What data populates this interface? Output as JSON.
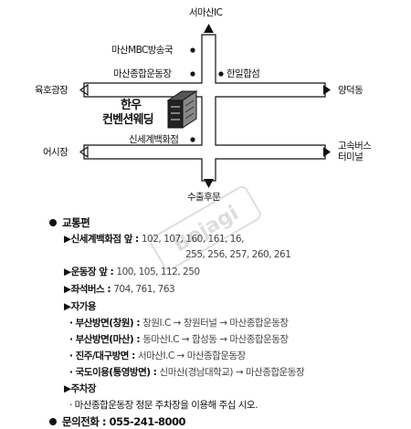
{
  "map": {
    "north": "서마산IC",
    "south": "수출후문",
    "west_upper": "육호광장",
    "east_upper": "양덕동",
    "west_lower": "어시장",
    "east_lower": "고속버스\n터미널",
    "landmarks": {
      "mbc": "마산MBC방송국",
      "stadium": "마산종합운동장",
      "hanil": "한일합섬",
      "shinsegae": "신세계백화점"
    },
    "venue": [
      "한우",
      "컨벤션웨딩"
    ],
    "watermark": "Bojagi"
  },
  "info": {
    "transit_title": "교통편",
    "shinsegae_label": "▶신세계백화점 앞",
    "shinsegae_routes_1": "102,  107,  160,  161,  16,",
    "shinsegae_routes_2": "255,  256,  257,  260,  261",
    "stadium_label": "▶운동장 앞",
    "stadium_routes": "100,  105,  112,  250",
    "seat_bus_label": "▶좌석버스",
    "seat_bus_routes": "704,  761,  763",
    "car_title": "▶자가용",
    "car": [
      {
        "dir": "· 부산방면(창원)",
        "route": "창원I.C  →  창원터널  →  마산종합운동장"
      },
      {
        "dir": "· 부산방면(마산)",
        "route": "동마산I.C  →  합성동  →  마산종합운동장"
      },
      {
        "dir": "· 진주/대구방면",
        "route": "서마산I.C  →  마산종합운동장"
      },
      {
        "dir": "· 국도이용(통영방면)",
        "route": "신마산(경남대학교)  →  마산종합운동장"
      }
    ],
    "parking_title": "▶주차장",
    "parking_text": "· 마산종합운동장  정문  주차장을  이용해  주십  시오.",
    "phone_label": "문의전화",
    "phone": "055-241-8000"
  }
}
